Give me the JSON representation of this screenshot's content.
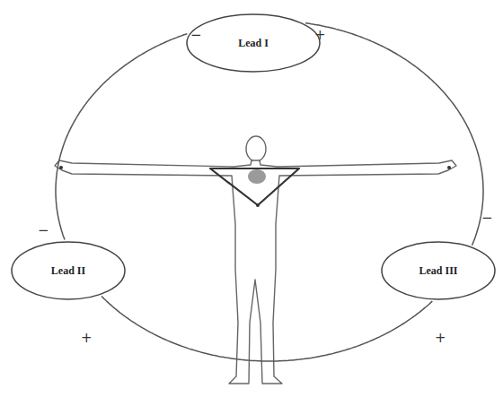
{
  "diagram": {
    "nodes": [
      {
        "text": [
          "Lead I"
        ]
      },
      {
        "text": [
          "Lead II"
        ]
      },
      {
        "text": [
          "Lead III"
        ]
      }
    ],
    "edges": [
      {
        "from": 0,
        "to": 1,
        "arrow": "none"
      },
      {
        "from": 0,
        "to": 2,
        "arrow": "none"
      },
      {
        "from": 1,
        "to": 2,
        "arrow": "none"
      }
    ],
    "labels": [
      "−",
      "+",
      "−",
      "+",
      "−",
      "+"
    ]
  }
}
